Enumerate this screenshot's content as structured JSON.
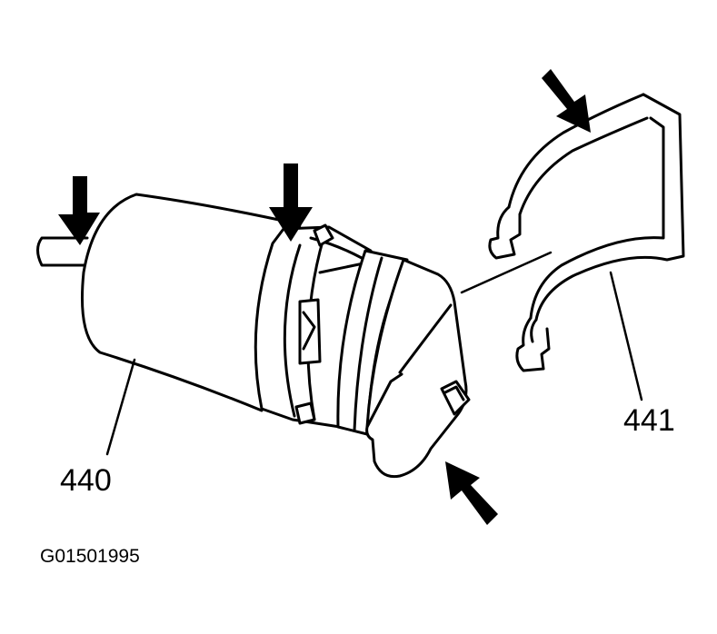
{
  "labels": {
    "pump": "440",
    "clip": "441",
    "figure_id": "G01501995"
  },
  "colors": {
    "ink": "#000000",
    "paper": "#ffffff"
  }
}
